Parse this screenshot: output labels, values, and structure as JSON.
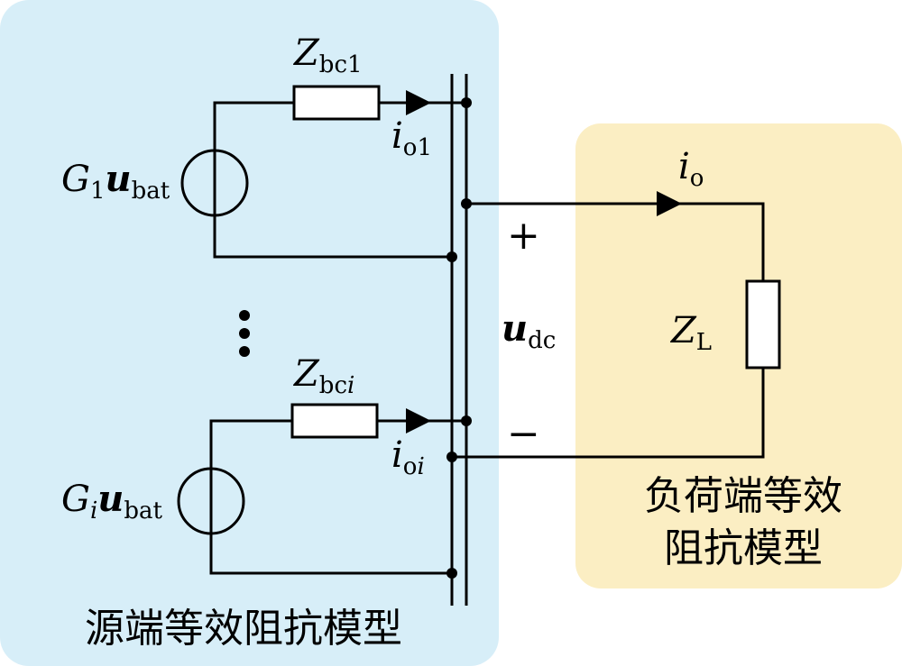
{
  "colors": {
    "source_panel": "#d7eef8",
    "load_panel": "#fbeec3",
    "wire": "#000000"
  },
  "labels": {
    "zbc1_main": "Z",
    "zbc1_sub": "bc1",
    "zbci_main": "Z",
    "zbci_sub": "bc",
    "zbci_sub_i": "i",
    "io1_main": "i",
    "io1_sub": "o1",
    "ioi_main": "i",
    "ioi_sub": "o",
    "ioi_sub_i": "i",
    "io_main": "i",
    "io_sub": "o",
    "g1_main": "G",
    "g1_sub": "1",
    "g1_u": "u",
    "g1_u_sub": "bat",
    "gi_main": "G",
    "gi_sub": "i",
    "gi_u": "u",
    "gi_u_sub": "bat",
    "udc_main": "u",
    "udc_sub": "dc",
    "zl_main": "Z",
    "zl_sub": "L",
    "plus": "+",
    "minus": "−",
    "source_title": "源端等效阻抗模型",
    "load_title_line1": "负荷端等效",
    "load_title_line2": "阻抗模型"
  }
}
